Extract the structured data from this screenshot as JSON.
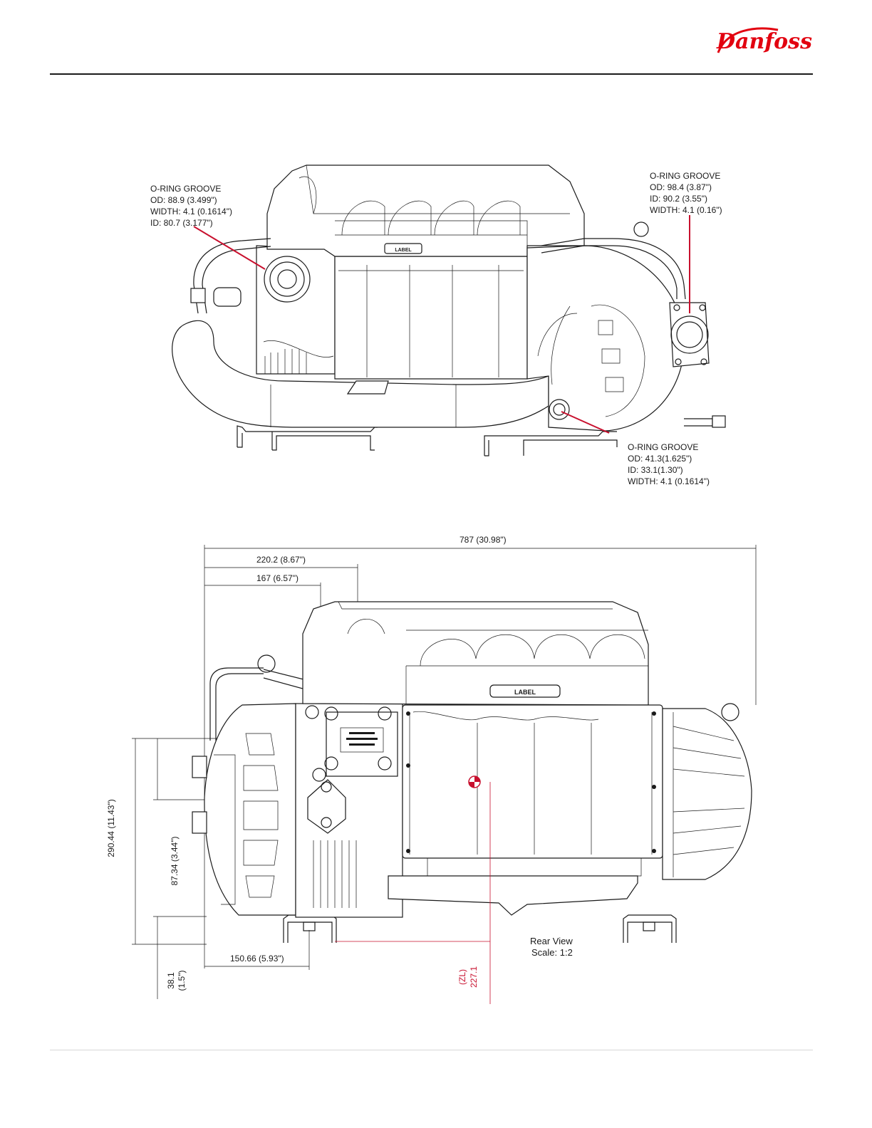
{
  "brand": {
    "logo_text": "Danfoss",
    "color": "#e2000f"
  },
  "top_view": {
    "callouts": [
      {
        "id": "left",
        "lines": [
          "O-RING GROOVE",
          "OD: 88.9 (3.499\")",
          "WIDTH: 4.1 (0.1614\")",
          "ID: 80.7 (3.177\")"
        ]
      },
      {
        "id": "right",
        "lines": [
          "O-RING GROOVE",
          "OD: 98.4 (3.87\")",
          "ID: 90.2 (3.55\")",
          "WIDTH: 4.1 (0.16\")"
        ]
      },
      {
        "id": "bottom",
        "lines": [
          "O-RING GROOVE",
          "OD: 41.3(1.625\")",
          "ID: 33.1(1.30\")",
          "WIDTH: 4.1 (0.1614\")"
        ]
      }
    ],
    "label_plate": "LABEL"
  },
  "rear_view": {
    "dimensions": {
      "overall_length": "787 (30.98\")",
      "d220": "220.2 (8.67\")",
      "d167": "167 (6.57\")",
      "height": "290.44 (11.43\")",
      "d87": "87.34 (3.44\")",
      "d150": "150.66 (5.93\")",
      "d38_a": "38.1",
      "d38_b": "(1.5\")",
      "zl_a": "(ZL)",
      "zl_b": "227.1"
    },
    "label_plate": "LABEL",
    "view_title": "Rear View",
    "view_scale": "Scale: 1:2"
  },
  "colors": {
    "callout_arrow": "#c8102e",
    "rule": "#1a1a1a"
  }
}
